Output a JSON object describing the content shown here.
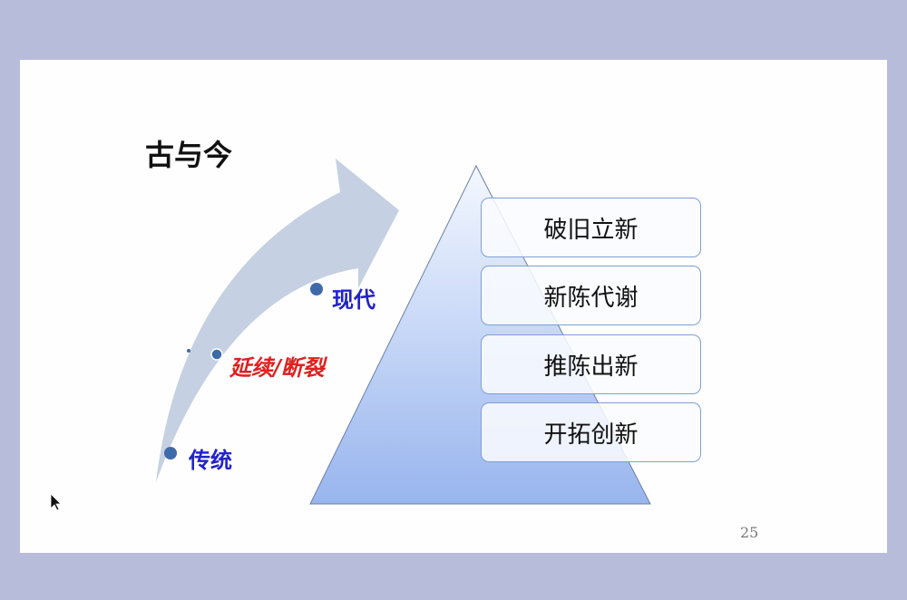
{
  "slide": {
    "title": "古与今",
    "timeline": [
      {
        "label": "传统",
        "color": "#2222cc"
      },
      {
        "label": "延续/断裂",
        "color": "#e02020"
      },
      {
        "label": "现代",
        "color": "#2222cc"
      }
    ],
    "pyramid_items": [
      "破旧立新",
      "新陈代谢",
      "推陈出新",
      "开拓创新"
    ],
    "page_number": "25"
  },
  "colors": {
    "background": "#b6bcd9",
    "arrow": "#c5d0e2",
    "dot": "#3f6aa8",
    "pyramid_bottom": "#98b5ee"
  }
}
